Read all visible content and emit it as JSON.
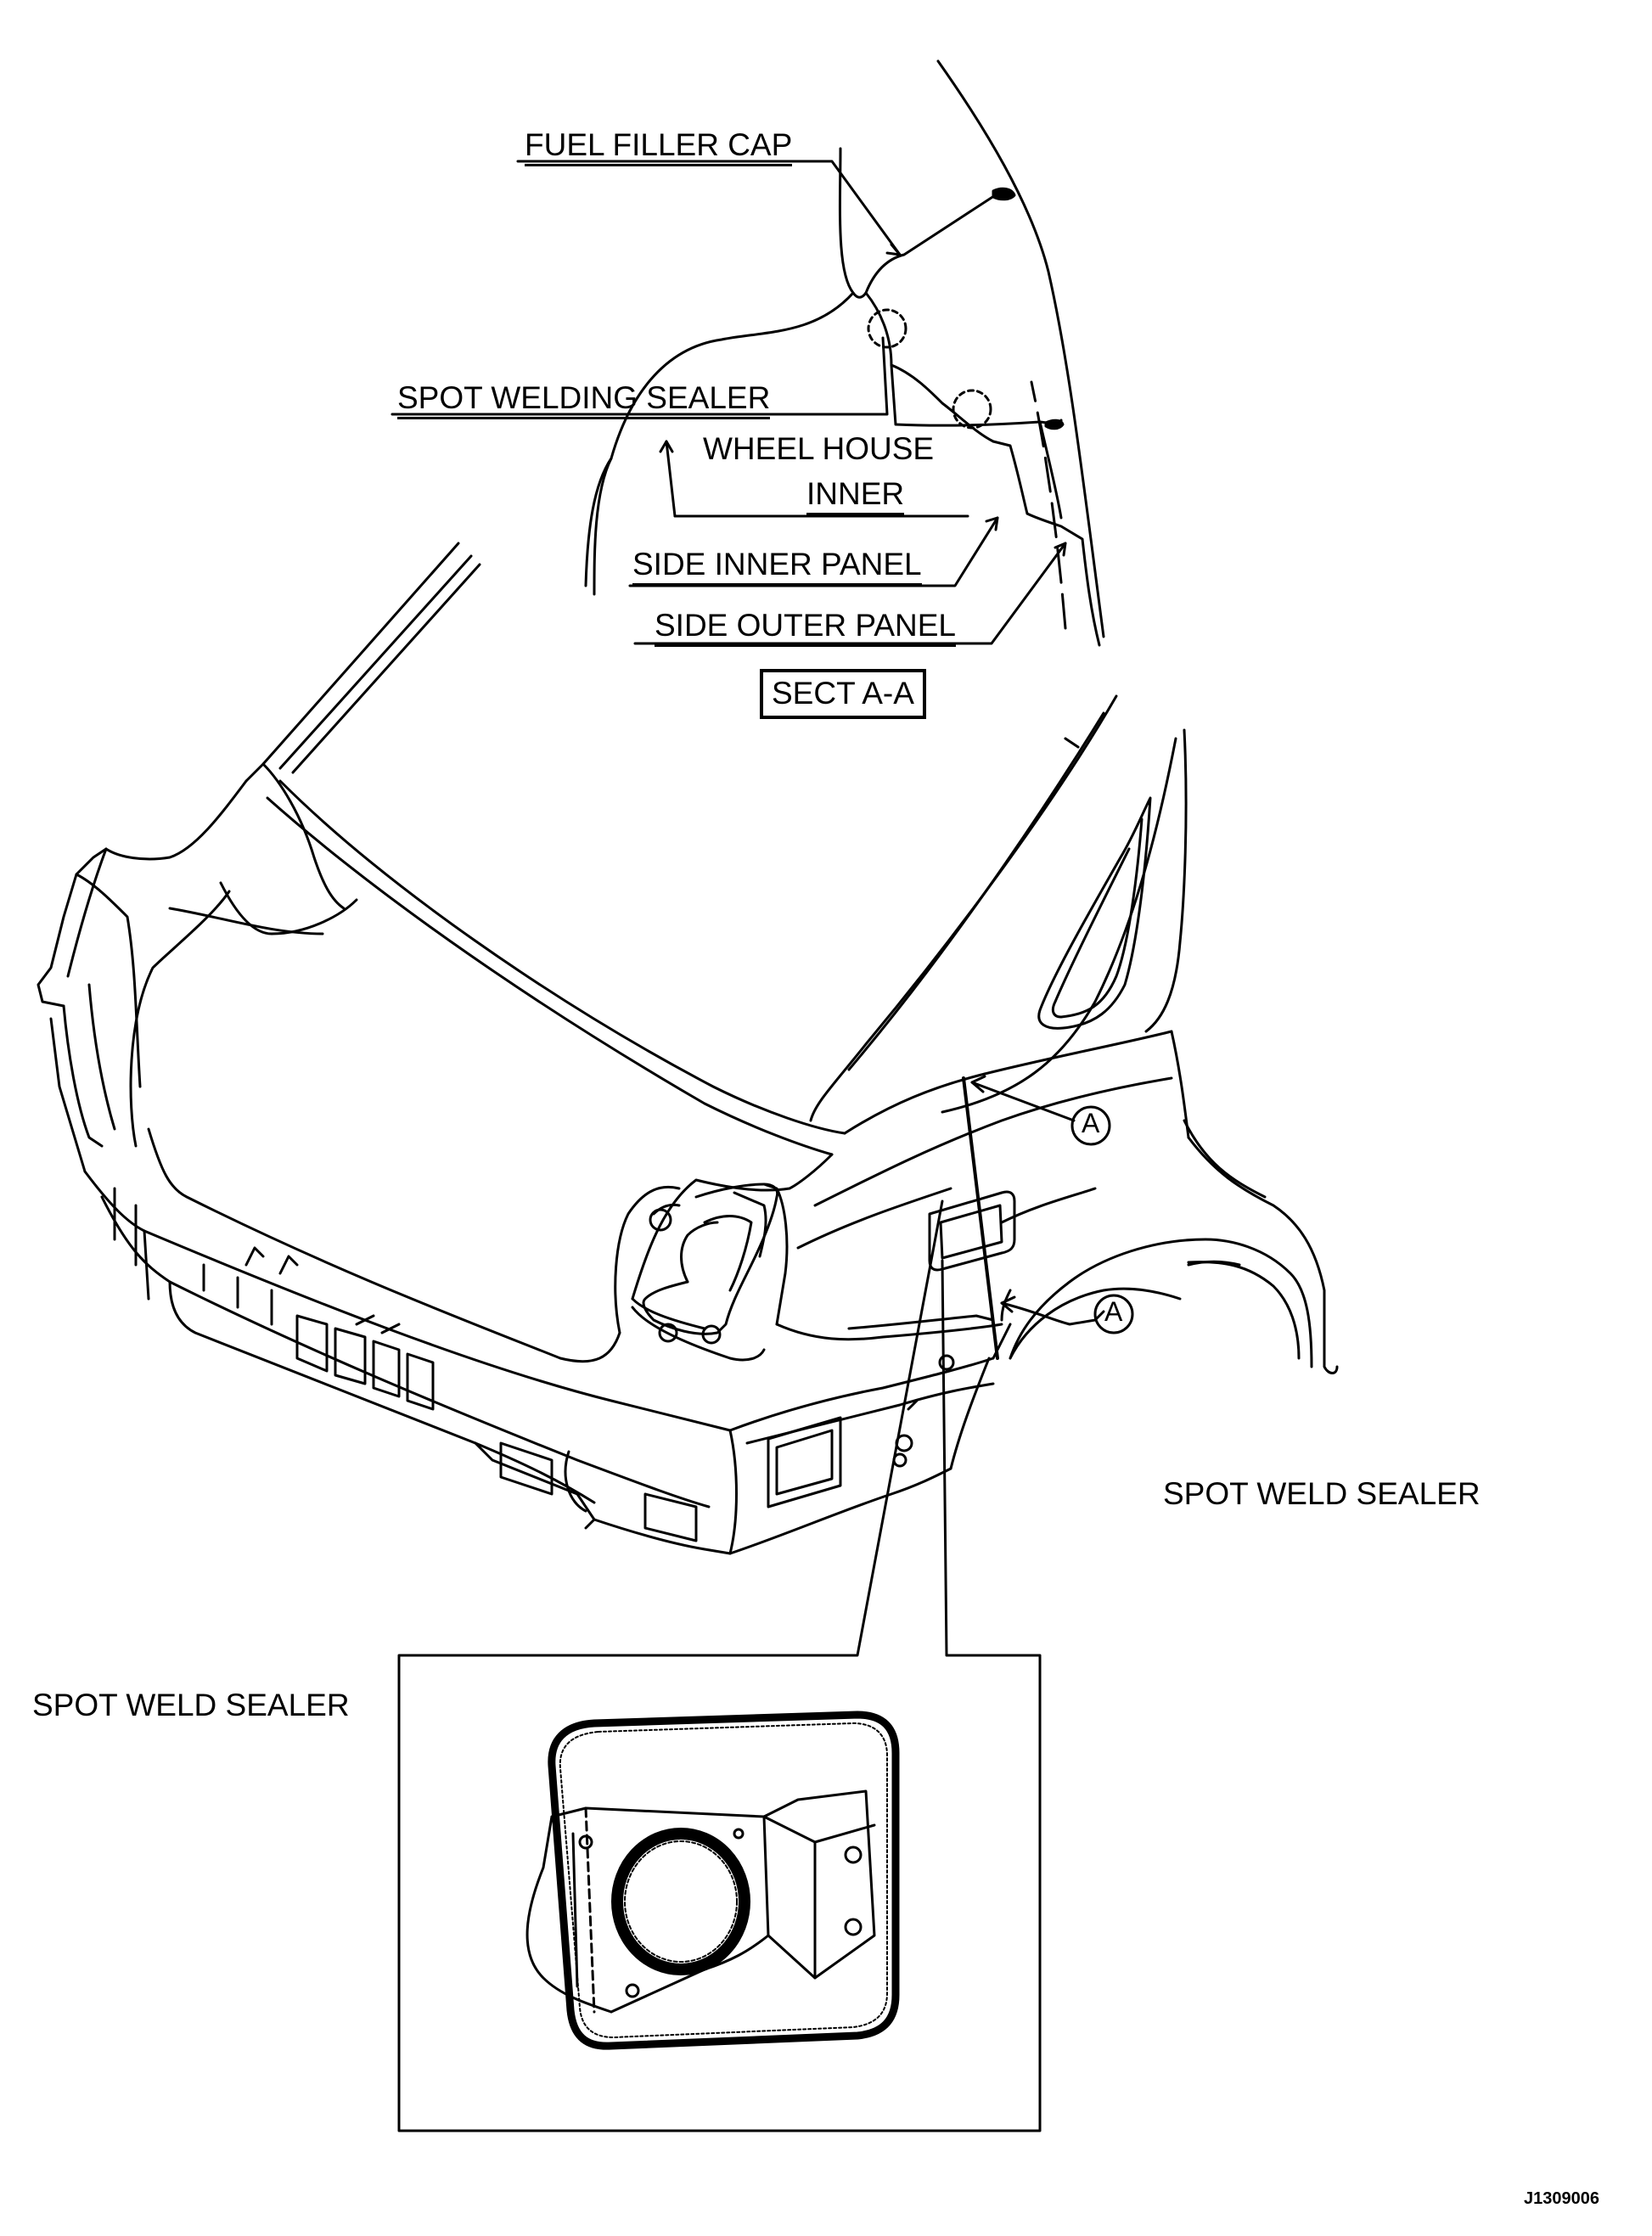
{
  "labels": {
    "fuel_filler_cap": "FUEL FILLER CAP",
    "spot_welding_sealer": "SPOT WELDING SEALER",
    "wheel_house_inner_1": "WHEEL HOUSE",
    "wheel_house_inner_2": "INNER",
    "side_inner_panel": "SIDE INNER PANEL",
    "side_outer_panel": "SIDE OUTER PANEL",
    "section": "SECT A-A",
    "spot_weld_sealer_right": "SPOT WELD SEALER",
    "spot_weld_sealer_left": "SPOT WELD SEALER",
    "section_marker_1": "A",
    "section_marker_2": "A",
    "figure_code": "J1309006"
  }
}
